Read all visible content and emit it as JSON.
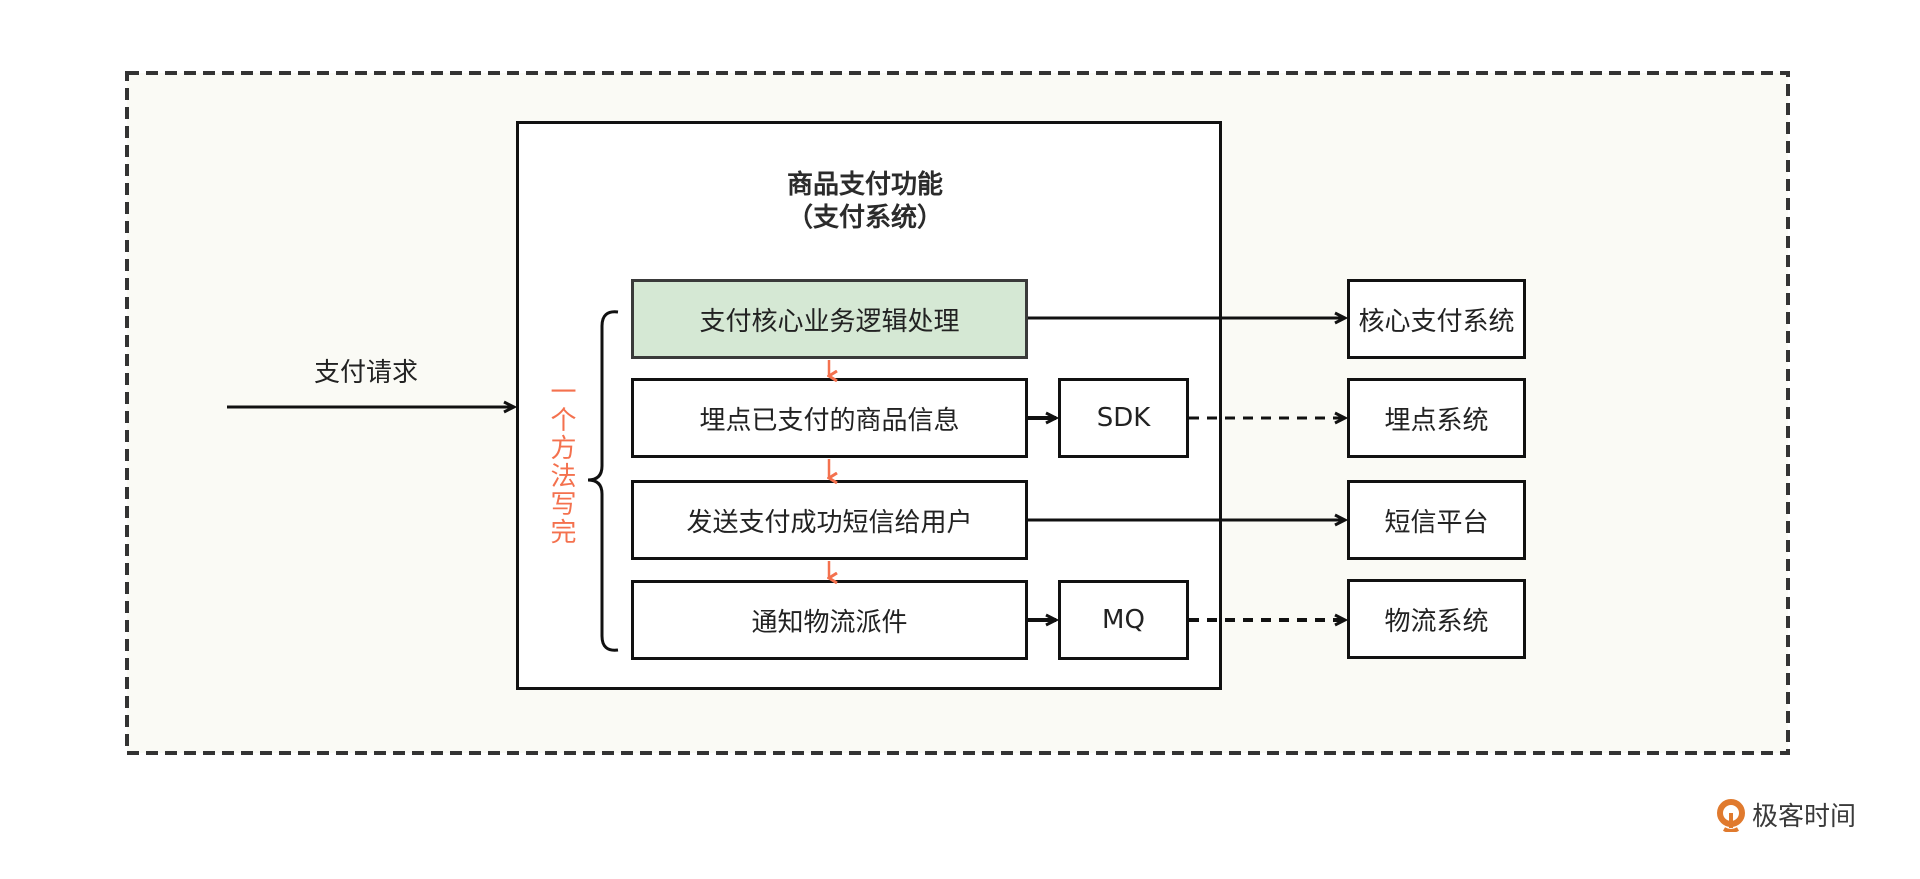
{
  "diagram": {
    "title_line1": "商品支付功能",
    "title_line2": "（支付系统）",
    "request_label": "支付请求",
    "brace_note": "一个方法写完",
    "steps": [
      {
        "label": "支付核心业务逻辑处理",
        "highlight": true
      },
      {
        "label": "埋点已支付的商品信息",
        "highlight": false
      },
      {
        "label": "发送支付成功短信给用户",
        "highlight": false
      },
      {
        "label": "通知物流派件",
        "highlight": false
      }
    ],
    "middleware": [
      {
        "label": "SDK",
        "row": 1
      },
      {
        "label": "MQ",
        "row": 3
      }
    ],
    "external_systems": [
      {
        "label": "核心支付系统",
        "connection": "solid"
      },
      {
        "label": "埋点系统",
        "connection": "dashed"
      },
      {
        "label": "短信平台",
        "connection": "solid"
      },
      {
        "label": "物流系统",
        "connection": "dashed"
      }
    ],
    "colors": {
      "highlight_fill": "#d5e8d4",
      "note_color": "#f4714e",
      "outer_background": "#fafaf5"
    }
  },
  "watermark": {
    "brand": "极客时间",
    "icon": "geektime-logo-icon"
  }
}
